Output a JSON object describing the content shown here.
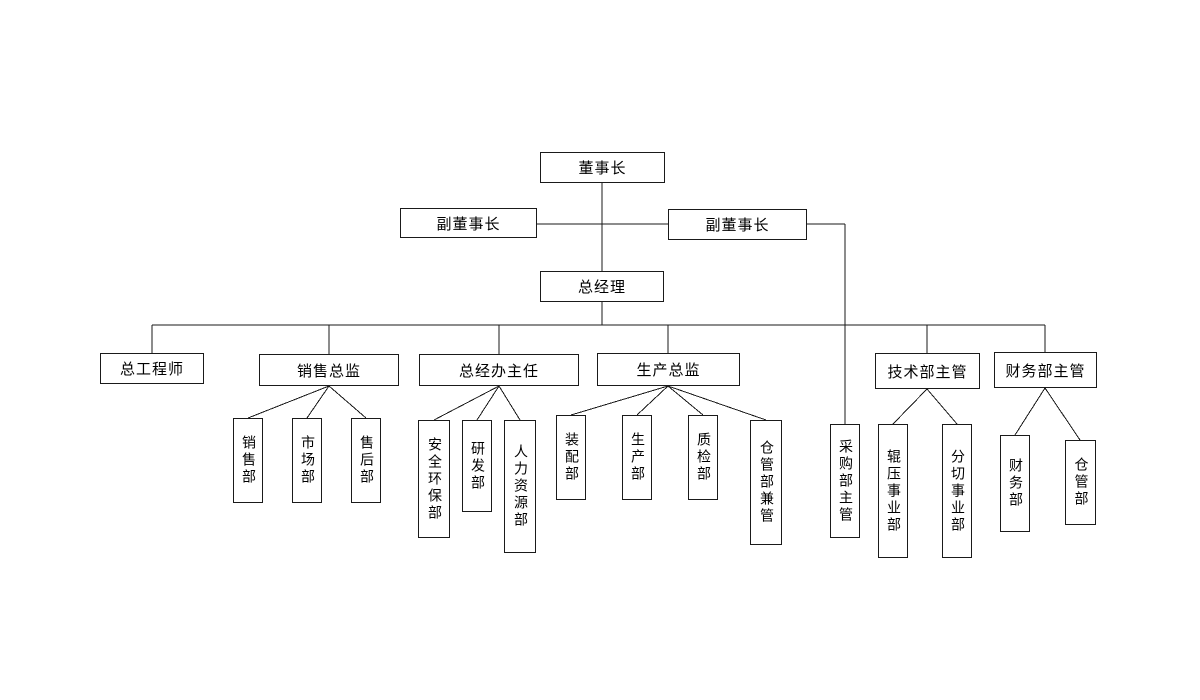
{
  "diagram_type": "org-chart",
  "colors": {
    "background": "#ffffff",
    "box_fill": "#ffffff",
    "box_border": "#1a1a1a",
    "line": "#1a1a1a",
    "text": "#000000"
  },
  "nodes": {
    "chairman": "董事长",
    "vice_chairman_left": "副董事长",
    "vice_chairman_right": "副董事长",
    "general_manager": "总经理",
    "chief_engineer": "总工程师",
    "sales_director": "销售总监",
    "gm_office_director": "总经办主任",
    "production_director": "生产总监",
    "tech_dept_manager": "技术部主管",
    "finance_dept_manager": "财务部主管",
    "sales_dept": "销售部",
    "market_dept": "市场部",
    "aftersales_dept": "售后部",
    "safety_env_dept": "安全环保部",
    "rd_dept": "研发部",
    "hr_dept": "人力资源部",
    "assembly_dept": "装配部",
    "production_dept": "生产部",
    "quality_dept": "质检部",
    "warehouse_joint_dept": "仓管部兼管",
    "purchasing_manager": "采购部主管",
    "roll_press_division": "辊压事业部",
    "slitting_division": "分切事业部",
    "finance_dept": "财务部",
    "warehouse_dept": "仓管部"
  },
  "edges": [
    [
      "chairman",
      "general_manager"
    ],
    [
      "chairman",
      "vice_chairman_left"
    ],
    [
      "chairman",
      "vice_chairman_right"
    ],
    [
      "vice_chairman_right",
      "purchasing_manager"
    ],
    [
      "general_manager",
      "chief_engineer"
    ],
    [
      "general_manager",
      "sales_director"
    ],
    [
      "general_manager",
      "gm_office_director"
    ],
    [
      "general_manager",
      "production_director"
    ],
    [
      "general_manager",
      "tech_dept_manager"
    ],
    [
      "general_manager",
      "finance_dept_manager"
    ],
    [
      "sales_director",
      "sales_dept"
    ],
    [
      "sales_director",
      "market_dept"
    ],
    [
      "sales_director",
      "aftersales_dept"
    ],
    [
      "gm_office_director",
      "safety_env_dept"
    ],
    [
      "gm_office_director",
      "rd_dept"
    ],
    [
      "gm_office_director",
      "hr_dept"
    ],
    [
      "production_director",
      "assembly_dept"
    ],
    [
      "production_director",
      "production_dept"
    ],
    [
      "production_director",
      "quality_dept"
    ],
    [
      "production_director",
      "warehouse_joint_dept"
    ],
    [
      "tech_dept_manager",
      "roll_press_division"
    ],
    [
      "tech_dept_manager",
      "slitting_division"
    ],
    [
      "finance_dept_manager",
      "finance_dept"
    ],
    [
      "finance_dept_manager",
      "warehouse_dept"
    ]
  ]
}
